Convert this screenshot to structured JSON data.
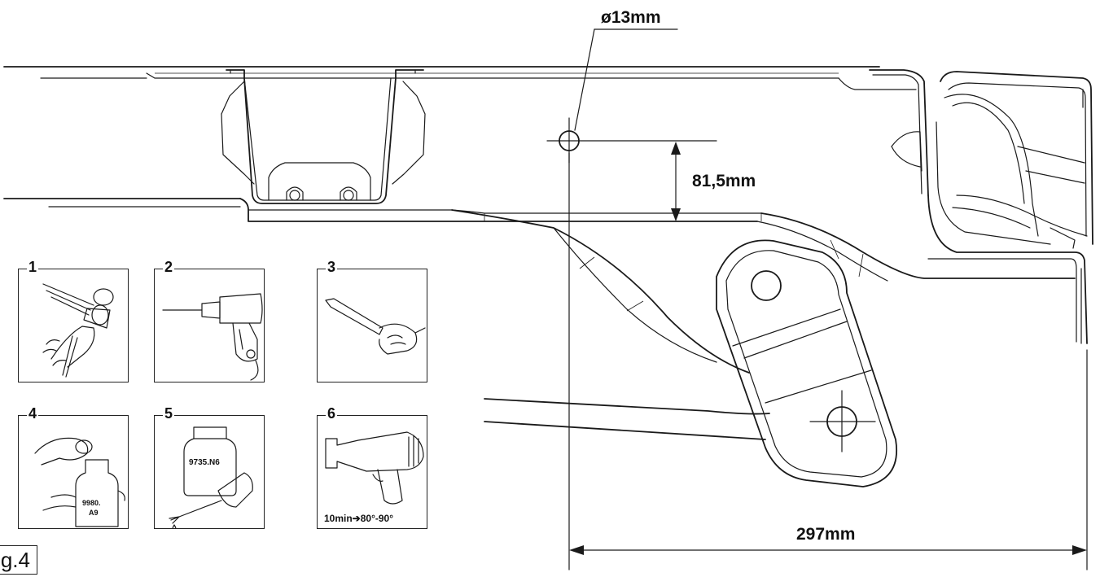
{
  "dimensions": {
    "hole_diameter": "ø13mm",
    "vertical_offset": "81,5mm",
    "horizontal_length": "297mm"
  },
  "steps": [
    {
      "number": "1",
      "icon": "hammer-punch-icon",
      "text": ""
    },
    {
      "number": "2",
      "icon": "drill-icon",
      "text": ""
    },
    {
      "number": "3",
      "icon": "deburring-tool-icon",
      "text": ""
    },
    {
      "number": "4",
      "icon": "cleaning-bottle-icon",
      "text": "9980.\nA9",
      "text_line1": "9980.",
      "text_line2": "A9"
    },
    {
      "number": "5",
      "icon": "primer-bottle-icon",
      "text": "9735.N6"
    },
    {
      "number": "6",
      "icon": "heat-gun-icon",
      "text": "10min➔80°-90°"
    }
  ],
  "figure_label": "g.4",
  "colors": {
    "line": "#1a1a1a",
    "background": "#ffffff"
  }
}
